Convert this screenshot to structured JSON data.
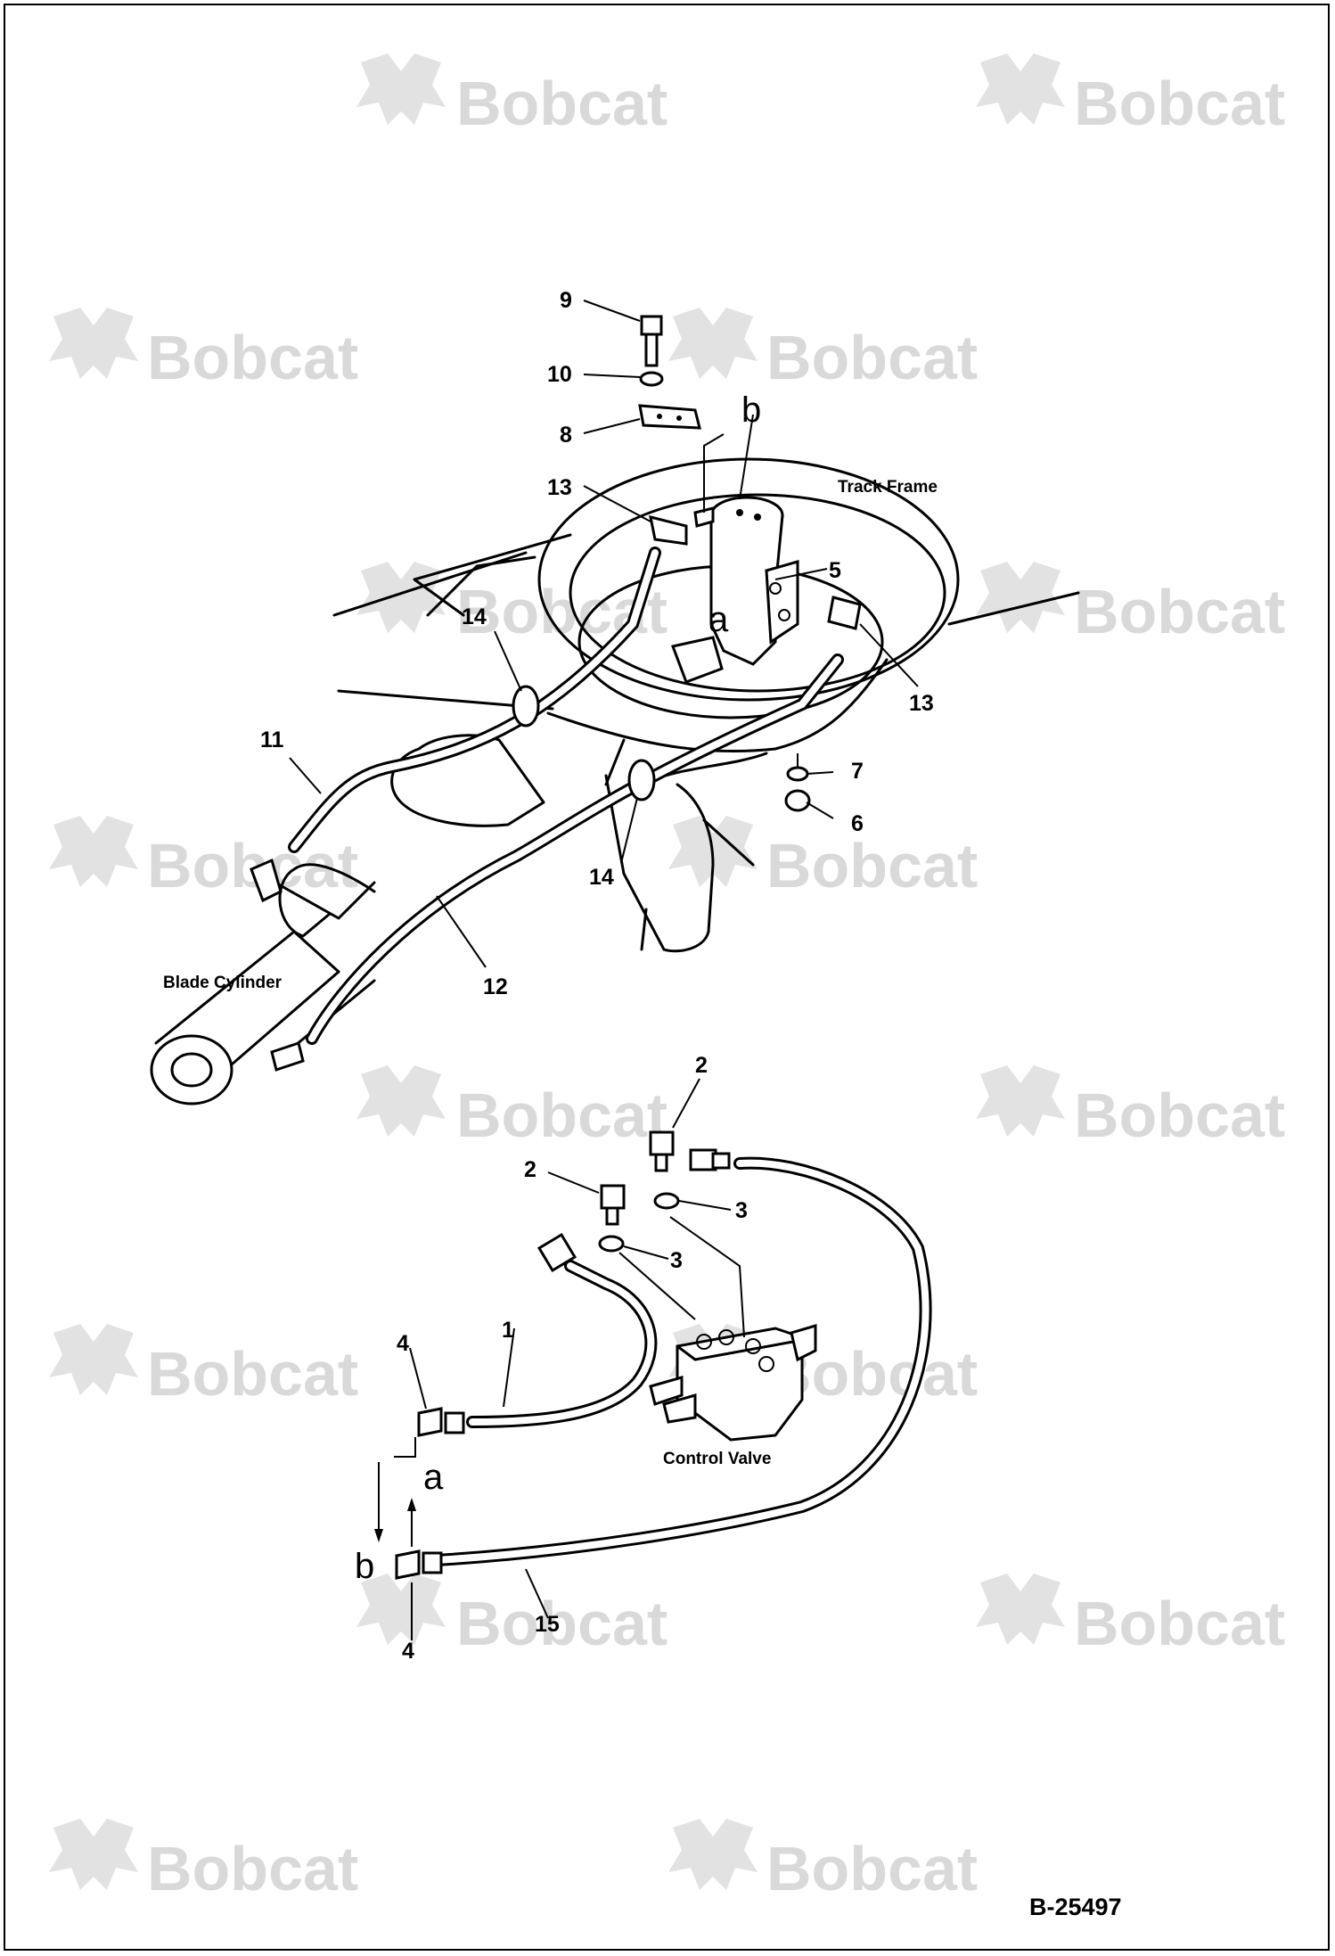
{
  "watermark": {
    "brand": "Bobcat"
  },
  "labels": {
    "track_frame": "Track Frame",
    "blade_cylinder": "Blade Cylinder",
    "control_valve": "Control Valve"
  },
  "letters": {
    "a": "a",
    "b": "b"
  },
  "callouts": {
    "c9": "9",
    "c10": "10",
    "c8": "8",
    "c13_top": "13",
    "c13_right": "13",
    "c5": "5",
    "c14_top": "14",
    "c14_bottom": "14",
    "c11": "11",
    "c7": "7",
    "c6": "6",
    "c12": "12",
    "c2_right": "2",
    "c2_left": "2",
    "c3_right": "3",
    "c3_left": "3",
    "c4_top": "4",
    "c1": "1",
    "c15": "15",
    "c4_bottom": "4"
  },
  "part_number": "B-25497"
}
